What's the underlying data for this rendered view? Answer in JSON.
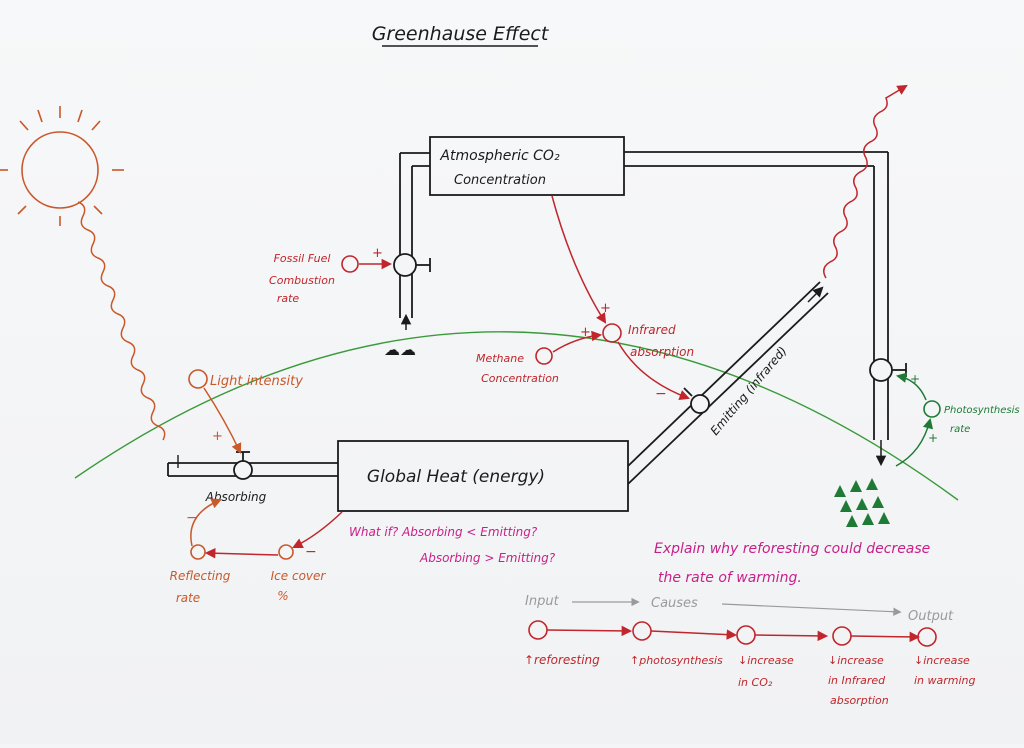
{
  "title": "Greenhause Effect",
  "stocks": {
    "co2_line1": "Atmospheric CO₂",
    "co2_line2": "Concentration",
    "heat": "Global Heat (energy)"
  },
  "flows": {
    "absorbing": "Absorbing",
    "emitting": "Emitting (infrared)"
  },
  "variables": {
    "fossil_line1": "Fossil Fuel",
    "fossil_line2": "Combustion",
    "fossil_line3": "rate",
    "infrared_line1": "Infrared",
    "infrared_line2": "absorption",
    "methane_line1": "Methane",
    "methane_line2": "Concentration",
    "light": "Light intensity",
    "reflect_line1": "Reflecting",
    "reflect_line2": "rate",
    "ice_line1": "Ice cover",
    "ice_line2": "%",
    "photo_line1": "Photosynthesis",
    "photo_line2": "rate"
  },
  "signs": {
    "plus": "+",
    "minus": "−"
  },
  "questions": {
    "line1": "What if? Absorbing < Emitting?",
    "line2": "Absorbing > Emitting?",
    "explain1": "Explain why reforesting could decrease",
    "explain2": "the rate of warming."
  },
  "chain": {
    "input": "Input",
    "causes": "Causes",
    "output": "Output",
    "steps": [
      {
        "l1": "↑reforesting",
        "l2": "",
        "l3": ""
      },
      {
        "l1": "↑photosynthesis",
        "l2": "",
        "l3": ""
      },
      {
        "l1": "↓increase",
        "l2": "in CO₂",
        "l3": ""
      },
      {
        "l1": "↓increase",
        "l2": "in Infrared",
        "l3": "absorption"
      },
      {
        "l1": "↓increase",
        "l2": "in warming",
        "l3": ""
      }
    ]
  },
  "colors": {
    "ink": "#1b1b1b",
    "red": "#c0262b",
    "orange": "#c9582a",
    "green": "#1f7a35",
    "magenta": "#c8208a",
    "grey": "#9a9a9a",
    "horizon": "#3a9a3a"
  }
}
